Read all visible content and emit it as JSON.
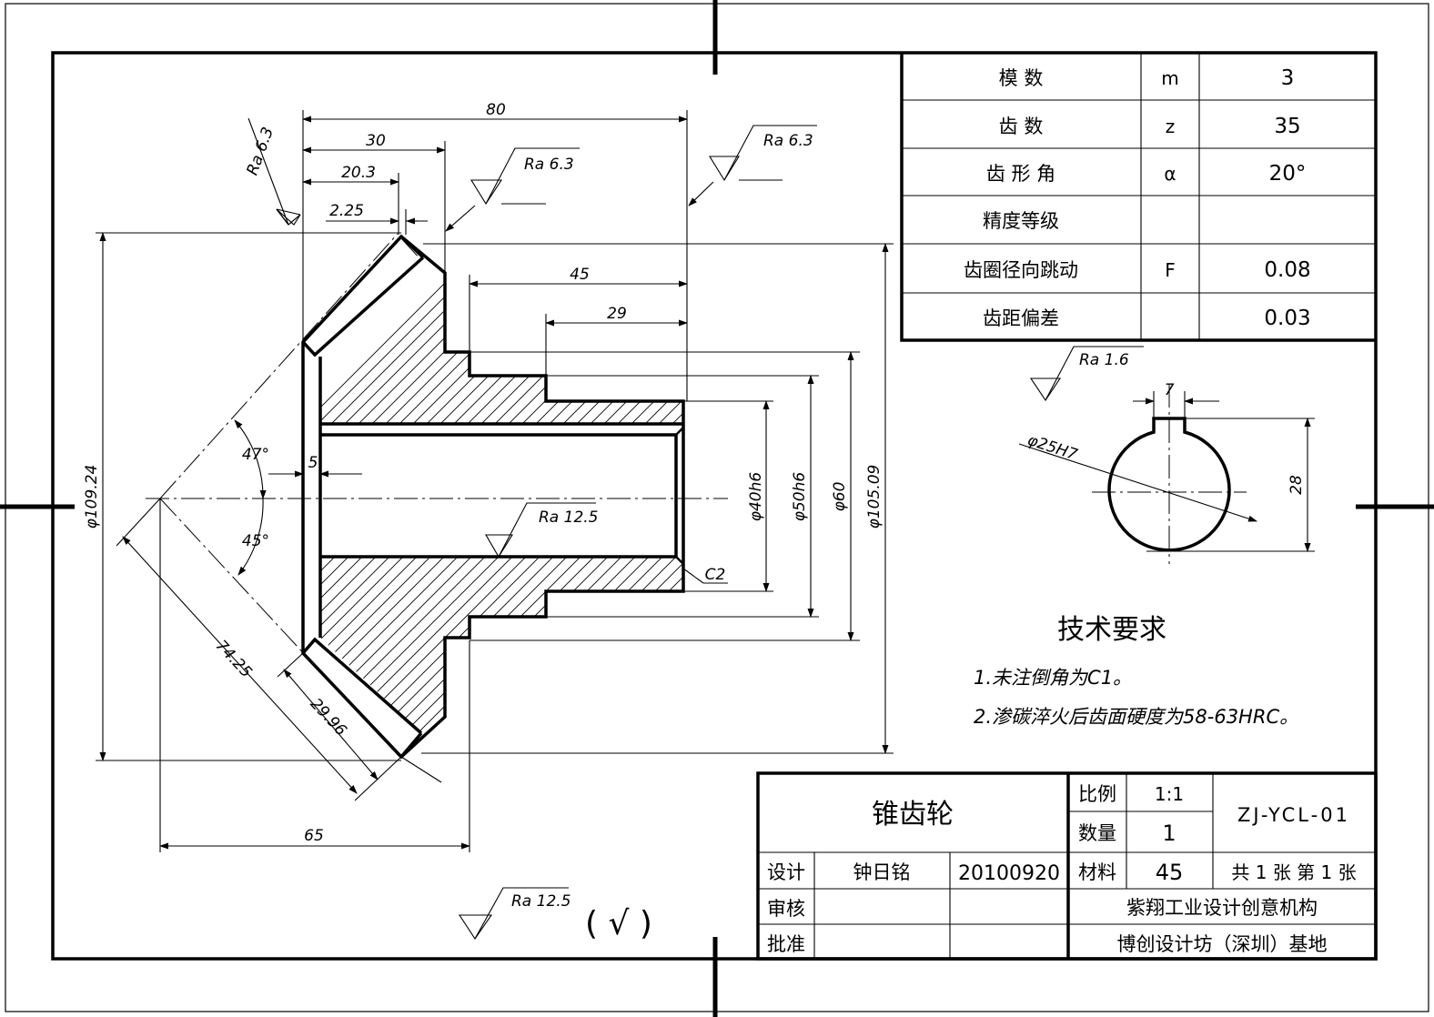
{
  "gear_params": [
    {
      "name": "模  数",
      "symbol": "m",
      "value": "3"
    },
    {
      "name": "齿  数",
      "symbol": "z",
      "value": "35"
    },
    {
      "name": "齿 形 角",
      "symbol": "α",
      "value": "20°"
    },
    {
      "name": "精度等级",
      "symbol": "",
      "value": ""
    },
    {
      "name": "齿圈径向跳动",
      "symbol": "F",
      "value": "0.08"
    },
    {
      "name": "齿距偏差",
      "symbol": "",
      "value": "0.03"
    }
  ],
  "dimensions": {
    "d80": "80",
    "d30": "30",
    "d20_3": "20.3",
    "d2_25": "2.25",
    "d45": "45",
    "d29": "29",
    "d5": "5",
    "a47": "47°",
    "a45": "45°",
    "d74_25": "74.25",
    "d29_96": "29.96",
    "d65": "65",
    "dia109": "φ109.24",
    "dia40": "φ40h6",
    "dia50": "φ50h6",
    "dia60": "φ60",
    "dia105": "φ105.09",
    "c2": "C2",
    "key7": "7",
    "key28": "28",
    "bore": "φ25H7"
  },
  "roughness": {
    "ra63": "Ra 6.3",
    "ra125": "Ra 12.5",
    "ra16": "Ra 1.6",
    "general_mark": "( √ )"
  },
  "tech_requirements": {
    "title": "技术要求",
    "items": [
      "1.未注倒角为C1。",
      "2.渗碳淬火后齿面硬度为58-63HRC。"
    ]
  },
  "title_block": {
    "part_name": "锥齿轮",
    "scale_label": "比例",
    "scale": "1:1",
    "qty_label": "数量",
    "qty": "1",
    "material_label": "材料",
    "material": "45",
    "drawing_no": "ZJ-YCL-01",
    "sheets": "共 1 张  第 1 张",
    "design_label": "设计",
    "designer": "钟日铭",
    "date": "20100920",
    "check_label": "审核",
    "approve_label": "批准",
    "org_line1": "紫翔工业设计创意机构",
    "org_line2": "博创设计坊（深圳）基地"
  }
}
